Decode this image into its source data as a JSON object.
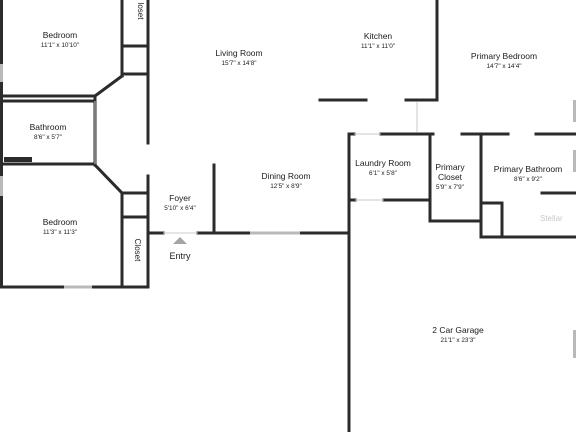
{
  "rooms": {
    "bedroom_top": {
      "name": "Bedroom",
      "dims": "11'1\" x 10'10\""
    },
    "closet_top": {
      "name": "loset"
    },
    "living_room": {
      "name": "Living Room",
      "dims": "15'7\" x 14'8\""
    },
    "kitchen": {
      "name": "Kitchen",
      "dims": "11'1\" x 11'0\""
    },
    "primary_bedroom": {
      "name": "Primary Bedroom",
      "dims": "14'7\" x 14'4\""
    },
    "bathroom": {
      "name": "Bathroom",
      "dims": "8'6\" x 5'7\""
    },
    "laundry_room": {
      "name": "Laundry Room",
      "dims": "6'1\" x 5'8\""
    },
    "primary_closet": {
      "name": "Primary Closet",
      "name_line1": "Primary",
      "name_line2": "Closet",
      "dims": "5'9\" x 7'9\""
    },
    "primary_bathroom": {
      "name": "Primary Bathroom",
      "dims": "8'6\" x 9'2\""
    },
    "dining_room": {
      "name": "Dining Room",
      "dims": "12'5\" x 8'9\""
    },
    "foyer": {
      "name": "Foyer",
      "dims": "5'10\" x 6'4\""
    },
    "bedroom_bottom": {
      "name": "Bedroom",
      "dims": "11'3\" x 11'3\""
    },
    "closet_bottom": {
      "name": "Closet"
    },
    "garage": {
      "name": "2 Car Garage",
      "dims": "21'1\" x 23'3\""
    }
  },
  "entry": {
    "label": "Entry"
  },
  "watermark": {
    "text": "Stellar"
  },
  "colors": {
    "wall": "#2b2b2b",
    "window": "#b9b9b9",
    "background": "#ffffff"
  }
}
